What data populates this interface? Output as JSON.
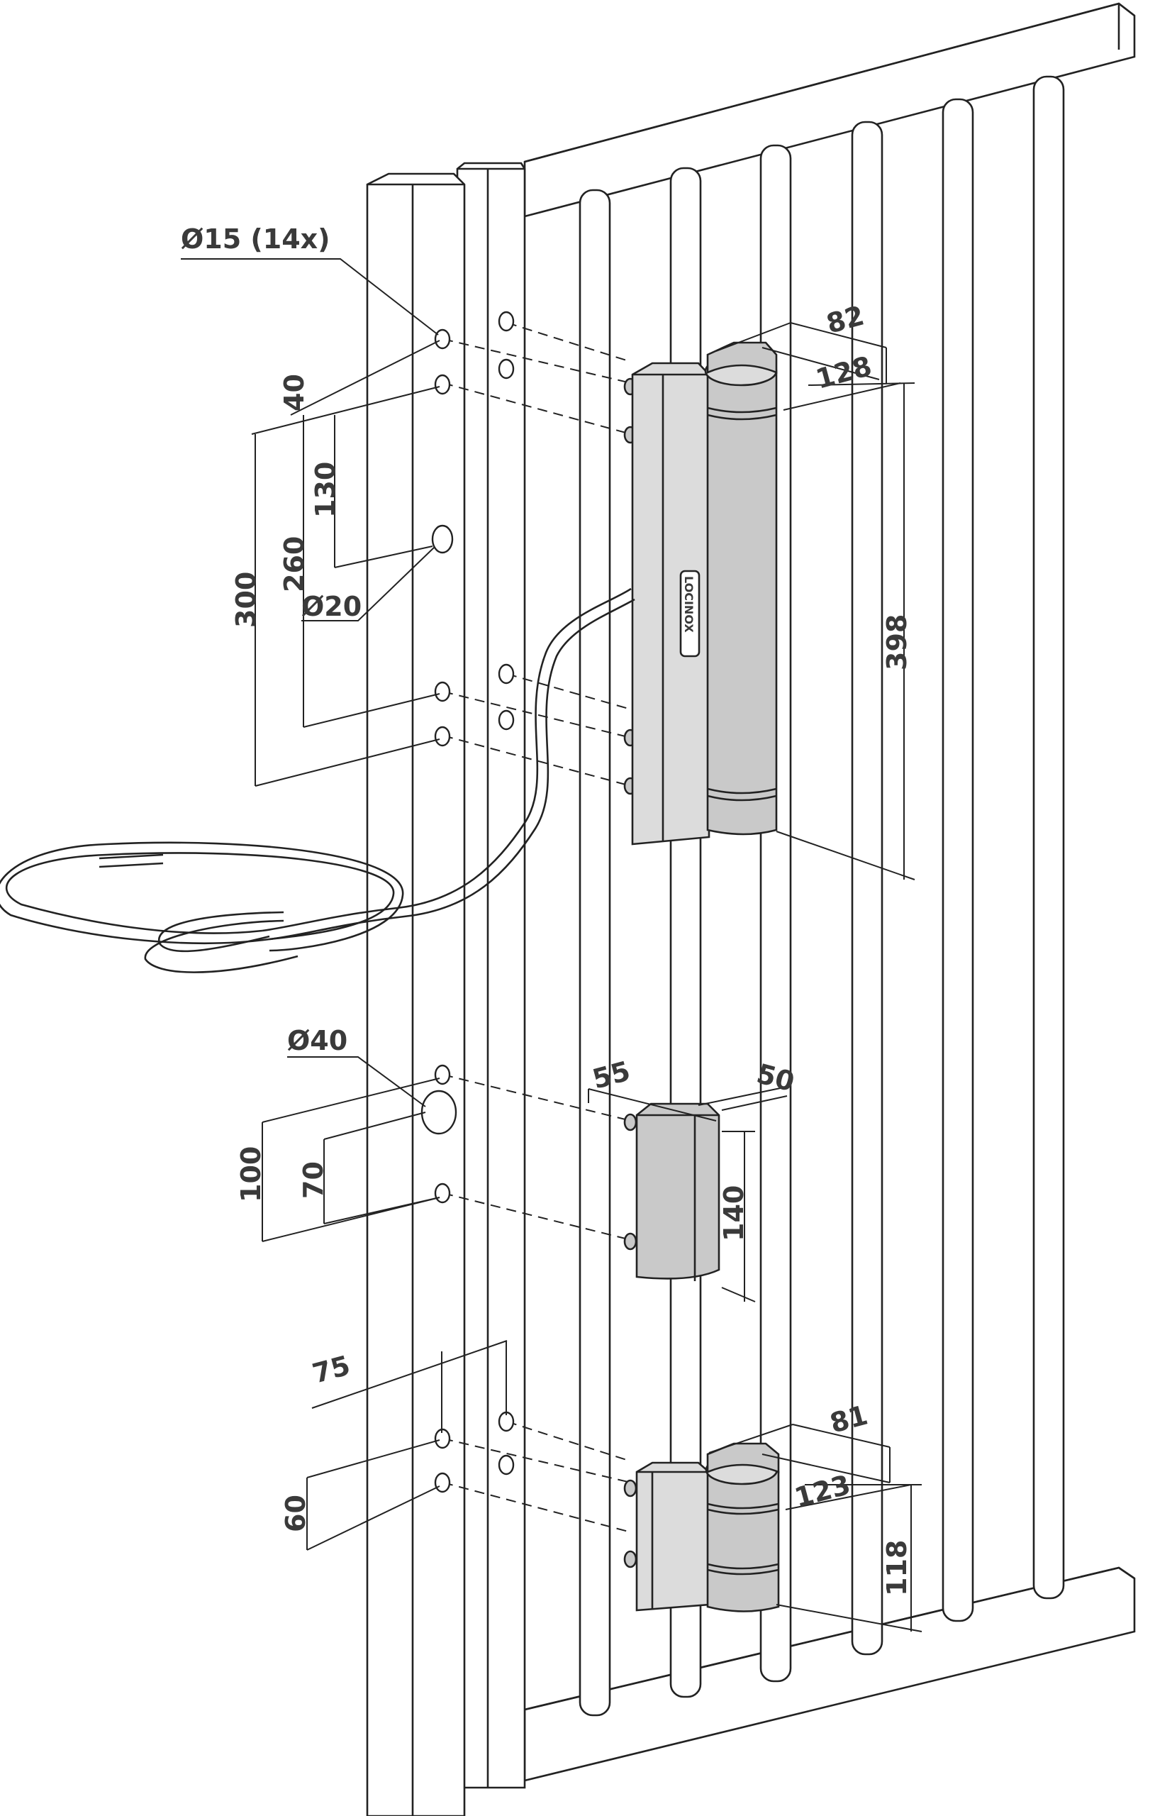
{
  "diagram": {
    "labels": {
      "hole_diameter_count": "Ø15 (14x)",
      "hole_d20": "Ø20",
      "hole_d40": "Ø40",
      "dim_40": "40",
      "dim_130": "130",
      "dim_260": "260",
      "dim_300": "300",
      "dim_82": "82",
      "dim_128": "128",
      "dim_398": "398",
      "dim_55": "55",
      "dim_50": "50",
      "dim_140": "140",
      "dim_100": "100",
      "dim_70": "70",
      "dim_75": "75",
      "dim_60": "60",
      "dim_81": "81",
      "dim_123": "123",
      "dim_118": "118"
    },
    "brand_logo_text": "LOCINOX",
    "colors": {
      "line": "#222222",
      "metal": "#c9c9c9",
      "metal_light": "#dcdcdc",
      "background": "#ffffff",
      "label": "#3a3a3a"
    }
  }
}
